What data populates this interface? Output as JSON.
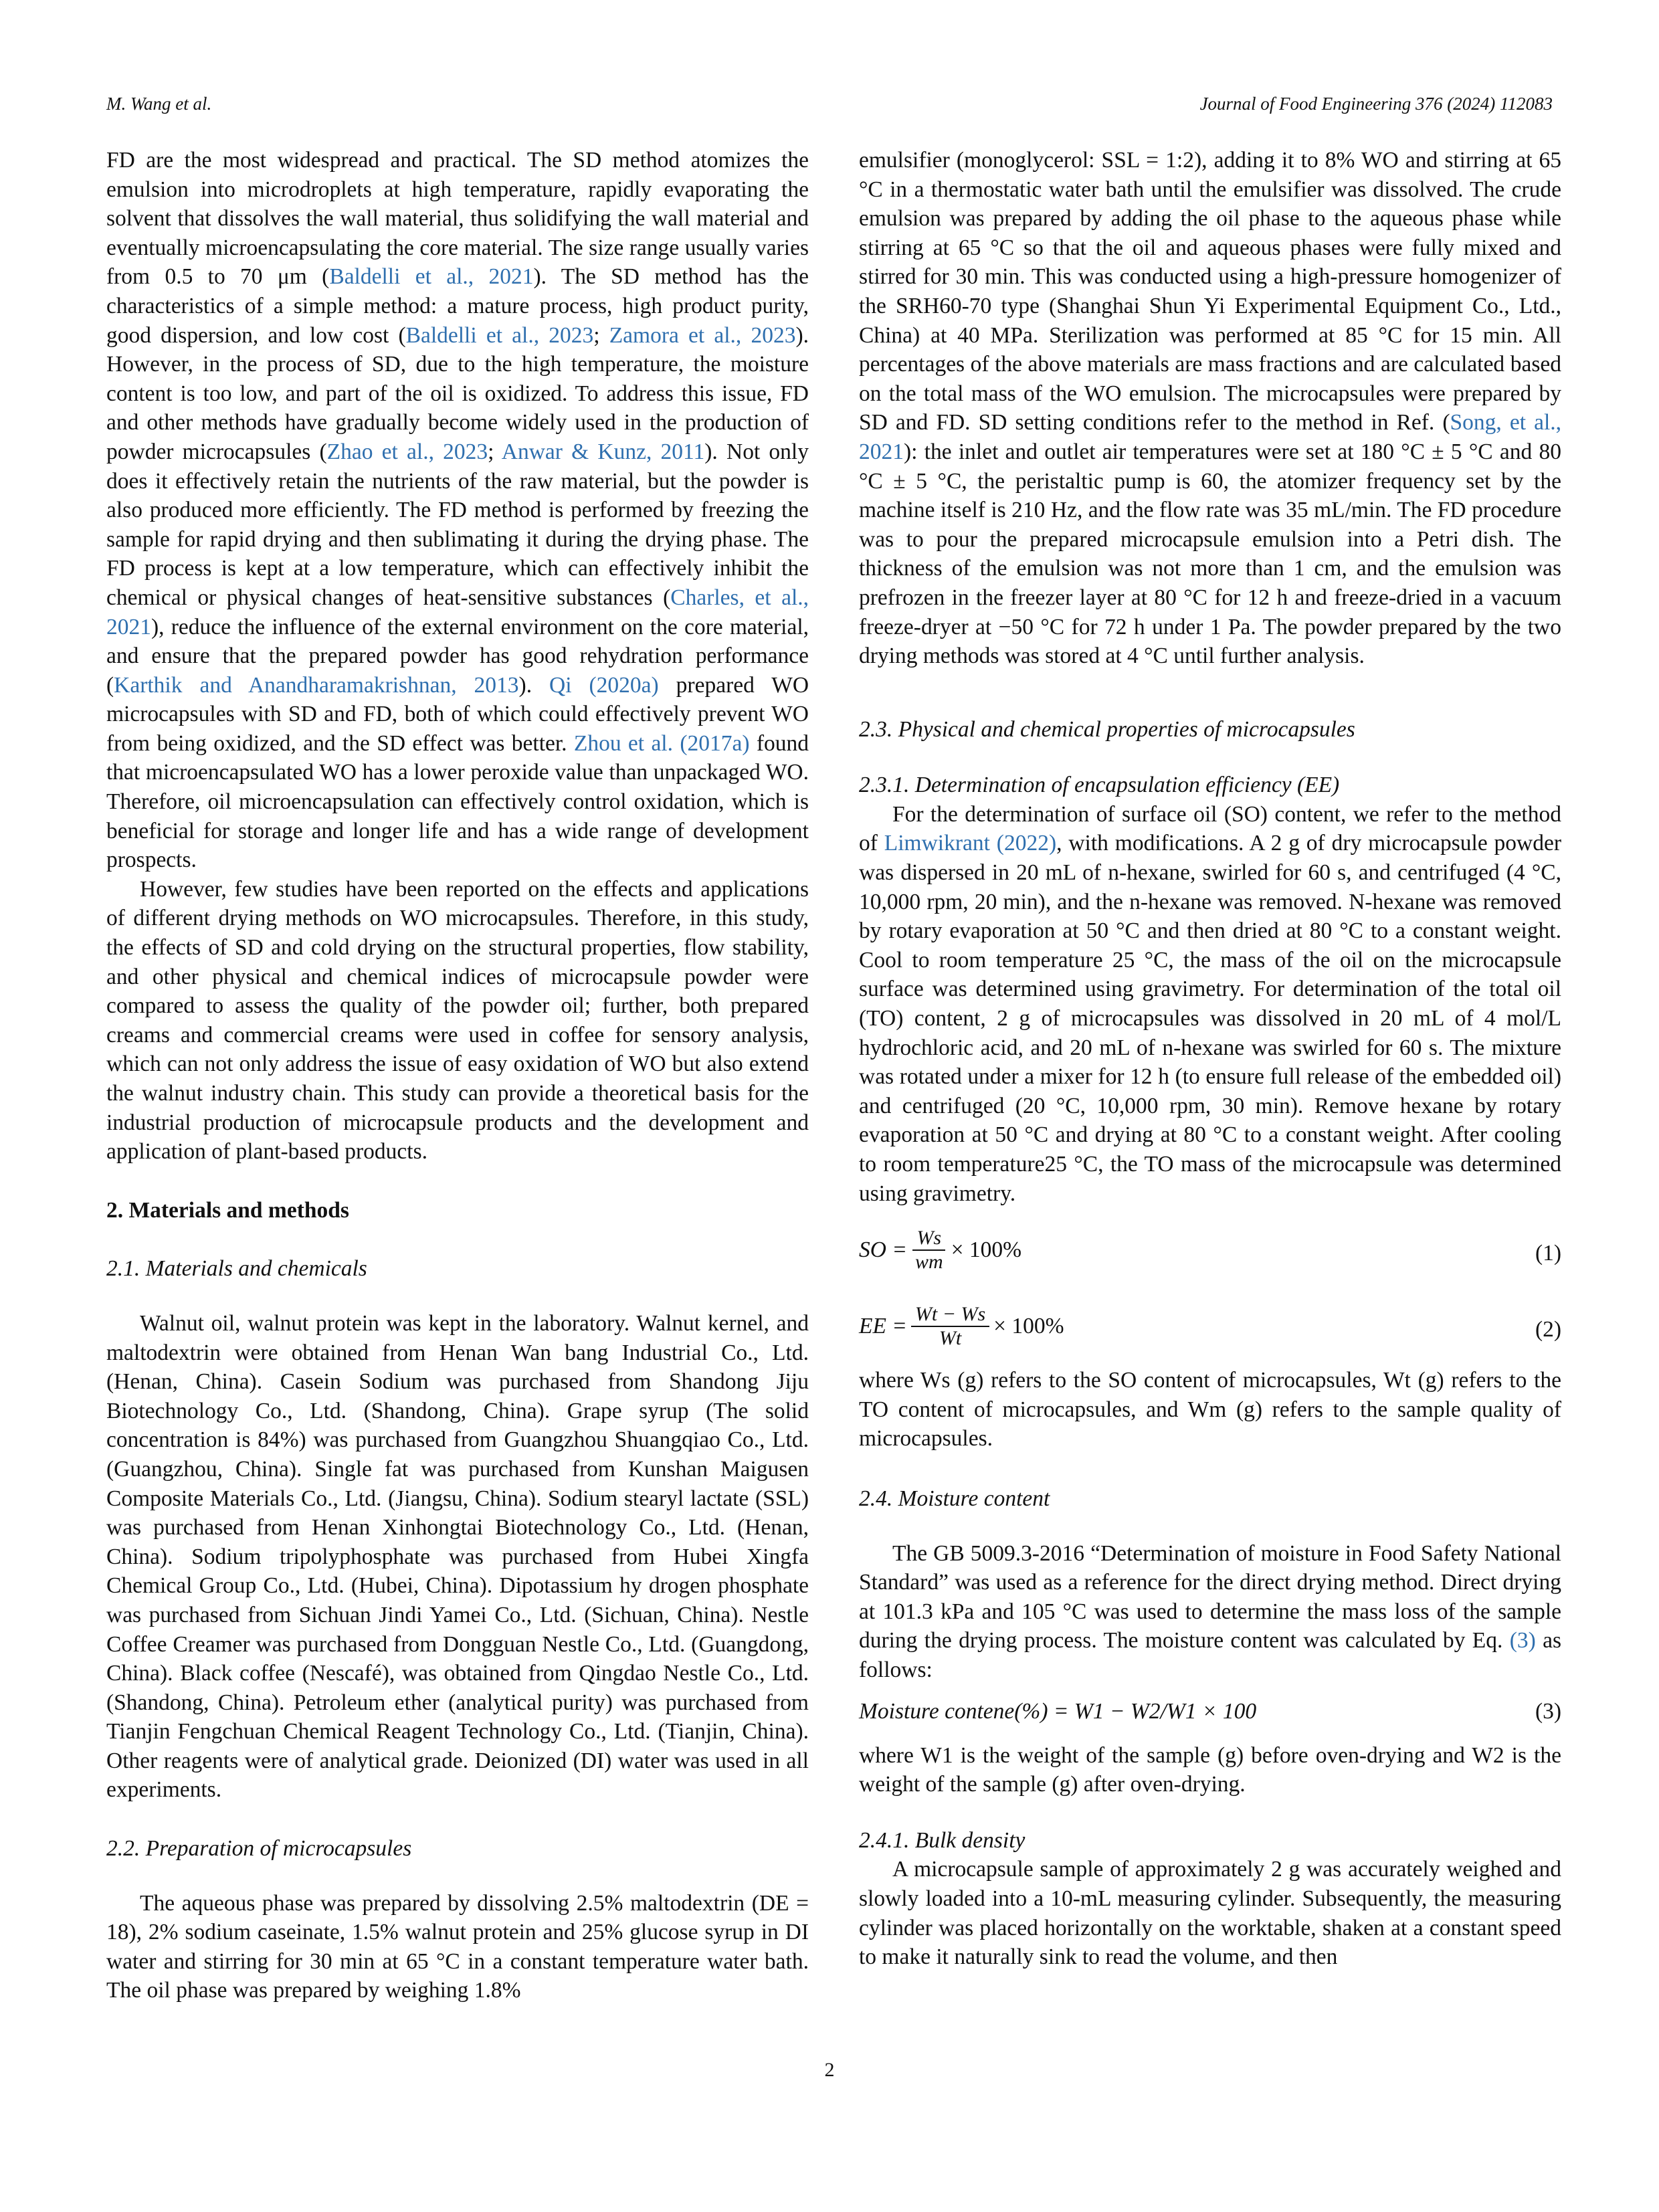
{
  "header": {
    "author": "M. Wang et al.",
    "journal": "Journal of Food Engineering 376 (2024) 112083"
  },
  "left": {
    "p1": [
      "FD are the most widespread and practical. The SD method atomizes the emulsion into microdroplets at high temperature, rapidly evaporating the solvent that dissolves the wall material, thus solidifying the wall material and eventually microencapsulating the core material. The size range usually varies from 0.5 to 70 μm (",
      "Baldelli et al., 2021",
      "). The SD method has the characteristics of a simple method: a mature process, high product purity, good dispersion, and low cost (",
      "Baldelli et al., 2023",
      "; ",
      "Zamora et al., 2023",
      "). However, in the process of SD, due to the high temperature, the moisture content is too low, and part of the oil is oxidized. To address this issue, FD and other methods have gradually become widely used in the production of powder microcapsules (",
      "Zhao et al., 2023",
      "; ",
      "Anwar & Kunz, 2011",
      "). Not only does it effectively retain the nutrients of the raw material, but the powder is also produced more efficiently. The FD method is performed by freezing the sample for rapid drying and then sublimating it during the drying phase. The FD process is kept at a low temperature, which can effectively inhibit the chemical or physical changes of heat-sensitive substances (",
      "Charles, et al., 2021",
      "), reduce the influence of the external environment on the core material, and ensure that the prepared powder has good rehydration performance (",
      "Karthik and Anandharamakrishnan, 2013",
      "). ",
      "Qi (2020a)",
      " prepared WO microcapsules with SD and FD, both of which could effectively prevent WO from being oxidized, and the SD effect was better. ",
      "Zhou et al. (2017a)",
      " found that microencapsulated WO has a lower peroxide value than unpackaged WO. Therefore, oil microencapsulation can effectively control oxidation, which is beneficial for storage and longer life and has a wide range of development prospects."
    ],
    "p2": "However, few studies have been reported on the effects and applications of different drying methods on WO microcapsules. Therefore, in this study, the effects of SD and cold drying on the structural properties, flow stability, and other physical and chemical indices of microcapsule powder were compared to assess the quality of the powder oil; further, both prepared creams and commercial creams were used in coffee for sensory analysis, which can not only address the issue of easy oxidation of WO but also extend the walnut industry chain. This study can provide a theoretical basis for the industrial production of microcapsule products and the development and application of plant-based products.",
    "h_materials_methods": "2.  Materials and methods",
    "h_2_1": "2.1.  Materials and chemicals",
    "p3": "Walnut oil, walnut protein was kept in the laboratory. Walnut kernel, and maltodextrin were obtained from Henan Wan bang Industrial Co., Ltd. (Henan, China). Casein Sodium was purchased from Shandong Jiju Biotechnology Co., Ltd. (Shandong, China). Grape syrup (The solid concentration is 84%) was purchased from Guangzhou Shuangqiao Co., Ltd. (Guangzhou, China). Single fat was purchased from Kunshan Maigusen Composite Materials Co., Ltd. (Jiangsu, China). Sodium stearyl lactate (SSL) was purchased from Henan Xinhongtai Biotechnology Co., Ltd. (Henan, China). Sodium tripolyphosphate was purchased from Hubei Xingfa Chemical Group Co., Ltd. (Hubei, China). Dipotassium hy drogen phosphate was purchased from Sichuan Jindi Yamei Co., Ltd. (Sichuan, China). Nestle Coffee Creamer was purchased from Dongguan Nestle Co., Ltd. (Guangdong, China). Black coffee (Nescafé), was obtained from Qingdao Nestle Co., Ltd. (Shandong, China). Petroleum ether (analytical purity) was purchased from Tianjin Fengchuan Chemical Reagent Technology Co., Ltd. (Tianjin, China). Other reagents were of analytical grade. Deionized (DI) water was used in all experiments.",
    "h_2_2": "2.2.  Preparation of microcapsules",
    "p4": "The aqueous phase was prepared by dissolving 2.5% maltodextrin (DE = 18), 2% sodium caseinate, 1.5% walnut protein and 25% glucose syrup in DI water and stirring for 30 min at 65 °C in a constant temperature water bath. The oil phase was prepared by weighing 1.8%"
  },
  "right": {
    "p1": [
      "emulsifier (monoglycerol: SSL = 1:2), adding it to 8% WO and stirring at 65 °C in a thermostatic water bath until the emulsifier was dissolved. The crude emulsion was prepared by adding the oil phase to the aqueous phase while stirring at 65 °C so that the oil and aqueous phases were fully mixed and stirred for 30 min. This was conducted using a high-pressure homogenizer of the SRH60-70 type (Shanghai Shun Yi Experimental Equipment Co., Ltd., China) at 40 MPa. Sterilization was performed at 85 °C for 15 min. All percentages of the above materials are mass fractions and are calculated based on the total mass of the WO emulsion. The microcapsules were prepared by SD and FD. SD setting conditions refer to the method in Ref. (",
      "Song, et al., 2021",
      "): the inlet and outlet air temperatures were set at 180 °C ± 5 °C and 80 °C ± 5 °C, the peristaltic pump is 60, the atomizer frequency set by the machine itself is 210 Hz, and the flow rate was 35 mL/min. The FD procedure was to pour the prepared microcapsule emulsion into a Petri dish. The thickness of the emulsion was not more than 1 cm, and the emulsion was prefrozen in the freezer layer at 80 °C for 12 h and freeze-dried in a vacuum freeze-dryer at −50 °C for 72 h under 1 Pa. The powder prepared by the two drying methods was stored at 4 °C until further analysis."
    ],
    "h_2_3": "2.3.  Physical and chemical properties of microcapsules",
    "h_2_3_1": "2.3.1.  Determination of encapsulation efficiency (EE)",
    "p2": [
      "For the determination of surface oil (SO) content, we refer to the method of ",
      "Limwikrant (2022)",
      ", with modifications. A 2 g of dry microcapsule powder was dispersed in 20 mL of n-hexane, swirled for 60 s, and centrifuged (4 °C, 10,000 rpm, 20 min), and the n-hexane was removed. N-hexane was removed by rotary evaporation at 50 °C and then dried at 80 °C to a constant weight. Cool to room temperature 25 °C, the mass of the oil on the microcapsule surface was determined using gravimetry. For determination of the total oil (TO) content, 2 g of microcapsules was dissolved in 20 mL of 4 mol/L hydrochloric acid, and 20 mL of n-hexane was swirled for 60 s. The mixture was rotated under a mixer for 12 h (to ensure full release of the embedded oil) and centrifuged (20 °C, 10,000 rpm, 30 min). Remove hexane by rotary evaporation at 50 °C and drying at 80 °C to a constant weight. After cooling to room temperature25 °C, the TO mass of the microcapsule was determined using gravimetry."
    ],
    "eq1": {
      "lhs": "SO =",
      "num": "Ws",
      "den": "wm",
      "rhs": "× 100%",
      "label": "(1)"
    },
    "eq2": {
      "lhs": "EE =",
      "num": "Wt − Ws",
      "den": "Wt",
      "rhs": "× 100%",
      "label": "(2)"
    },
    "p3": "where Ws (g) refers to the SO content of microcapsules, Wt (g) refers to the TO content of microcapsules, and Wm (g) refers to the sample quality of microcapsules.",
    "h_2_4": "2.4.  Moisture content",
    "p4": [
      "The GB 5009.3-2016 “Determination of moisture in Food Safety National Standard” was used as a reference for the direct drying method. Direct drying at 101.3 kPa and 105 °C was used to determine the mass loss of the sample during the drying process. The moisture content was calculated by Eq. ",
      "(3)",
      " as follows:"
    ],
    "eq3": {
      "text": "Moisture contene(%) = W1 − W2/W1 × 100",
      "label": "(3)"
    },
    "p5": "where W1 is the weight of the sample (g) before oven-drying and W2 is the weight of the sample (g) after oven-drying.",
    "h_2_4_1": "2.4.1.  Bulk density",
    "p6": "A microcapsule sample of approximately 2 g was accurately weighed and slowly loaded into a 10-mL measuring cylinder. Subsequently, the measuring cylinder was placed horizontally on the worktable, shaken at a constant speed to make it naturally sink to read the volume, and then"
  },
  "page_number": "2"
}
